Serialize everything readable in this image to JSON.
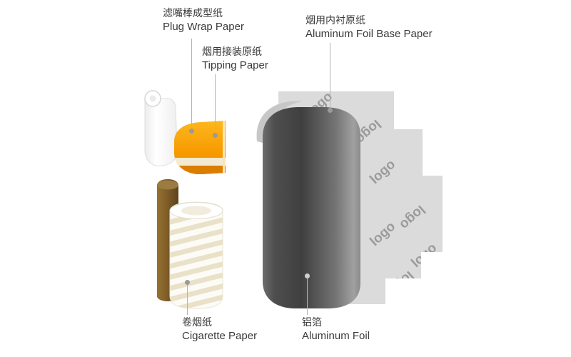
{
  "labels": {
    "plug_wrap": {
      "zh": "滤嘴棒成型纸",
      "en": "Plug Wrap Paper"
    },
    "tipping": {
      "zh": "烟用接装原纸",
      "en": "Tipping Paper"
    },
    "foil_base": {
      "zh": "烟用内衬原纸",
      "en": "Aluminum Foil Base Paper"
    },
    "cigarette": {
      "zh": "卷烟纸",
      "en": "Cigarette Paper"
    },
    "foil": {
      "zh": "铝箔",
      "en": "Aluminum Foil"
    }
  },
  "logo_pattern": {
    "text": "logo"
  },
  "colors": {
    "background": "#ffffff",
    "label_text": "#3a3a3a",
    "leader_line": "#b3b3b3",
    "dot": "#9a9a9a",
    "tipping_orange": "#F79A00",
    "tipping_band_cream": "#F3EAD3",
    "tipping_band_dark": "#DB7E00",
    "core_brown": "#7C5B28",
    "cigarette_stripe_cream": "#E9E1C8",
    "foil_dark_gray": "#434343",
    "base_paper_gray": "#DBDBDB",
    "logo_text_gray": "#9b9b9b"
  }
}
